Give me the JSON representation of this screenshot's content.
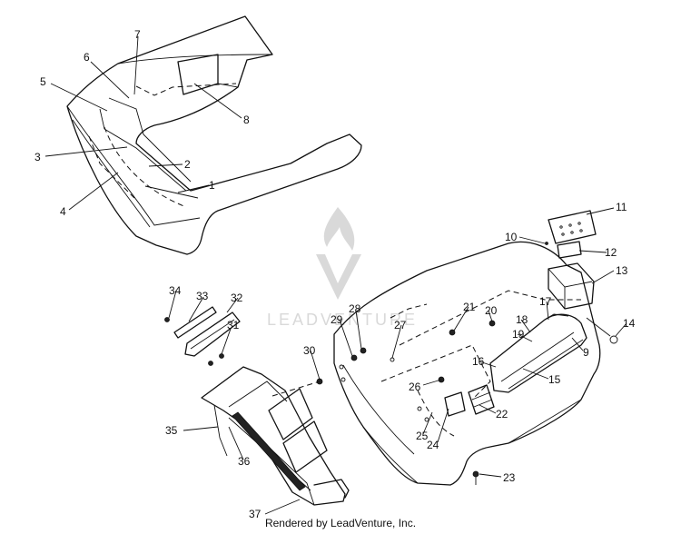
{
  "footer": {
    "text": "Rendered by LeadVenture, Inc."
  },
  "watermark": {
    "text": "LEADVENTURE",
    "icon": "leadventure-logo-icon"
  },
  "callouts": [
    "1",
    "2",
    "3",
    "4",
    "5",
    "6",
    "7",
    "8",
    "9",
    "10",
    "11",
    "12",
    "13",
    "14",
    "15",
    "16",
    "17",
    "18",
    "19",
    "20",
    "21",
    "22",
    "23",
    "24",
    "25",
    "26",
    "27",
    "28",
    "29",
    "30",
    "31",
    "32",
    "33",
    "34",
    "35",
    "36",
    "37"
  ]
}
